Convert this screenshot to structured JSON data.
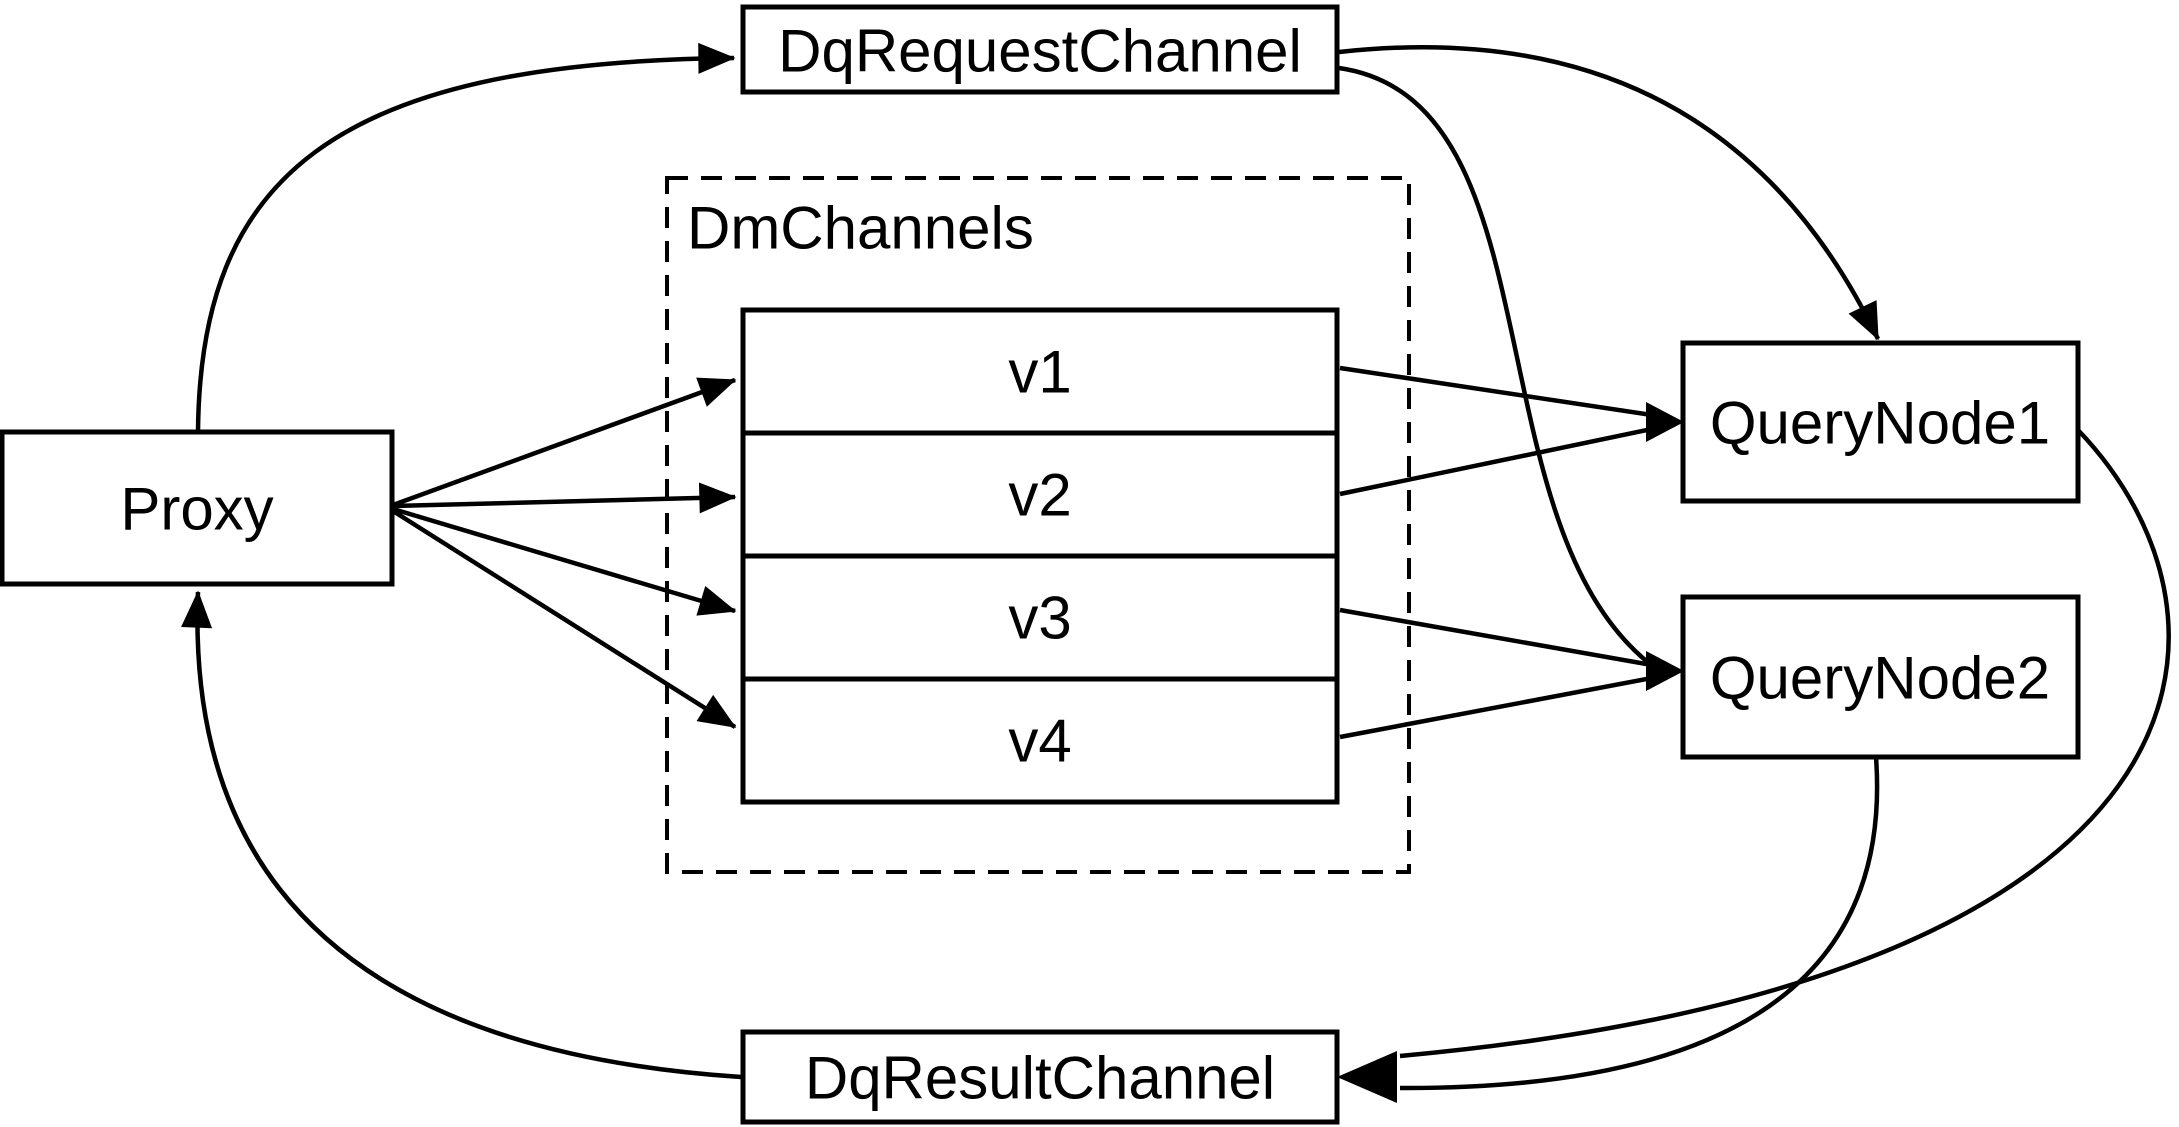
{
  "diagram": {
    "nodes": {
      "proxy": {
        "label": "Proxy"
      },
      "dq_request_channel": {
        "label": "DqRequestChannel"
      },
      "dm_channels": {
        "label": "DmChannels",
        "channels": [
          {
            "label": "v1"
          },
          {
            "label": "v2"
          },
          {
            "label": "v3"
          },
          {
            "label": "v4"
          }
        ]
      },
      "query_node_1": {
        "label": "QueryNode1"
      },
      "query_node_2": {
        "label": "QueryNode2"
      },
      "dq_result_channel": {
        "label": "DqResultChannel"
      }
    },
    "edges": [
      {
        "from": "Proxy",
        "to": "DqRequestChannel"
      },
      {
        "from": "Proxy",
        "to": "v1"
      },
      {
        "from": "Proxy",
        "to": "v2"
      },
      {
        "from": "Proxy",
        "to": "v3"
      },
      {
        "from": "Proxy",
        "to": "v4"
      },
      {
        "from": "v1",
        "to": "QueryNode1"
      },
      {
        "from": "v2",
        "to": "QueryNode1"
      },
      {
        "from": "v3",
        "to": "QueryNode2"
      },
      {
        "from": "v4",
        "to": "QueryNode2"
      },
      {
        "from": "DqRequestChannel",
        "to": "QueryNode1"
      },
      {
        "from": "DqRequestChannel",
        "to": "QueryNode2"
      },
      {
        "from": "QueryNode1",
        "to": "DqResultChannel"
      },
      {
        "from": "QueryNode2",
        "to": "DqResultChannel"
      },
      {
        "from": "DqResultChannel",
        "to": "Proxy"
      }
    ],
    "colors": {
      "stroke": "#000000",
      "node_fill": "#ffffff",
      "background": "#ffffff"
    }
  }
}
